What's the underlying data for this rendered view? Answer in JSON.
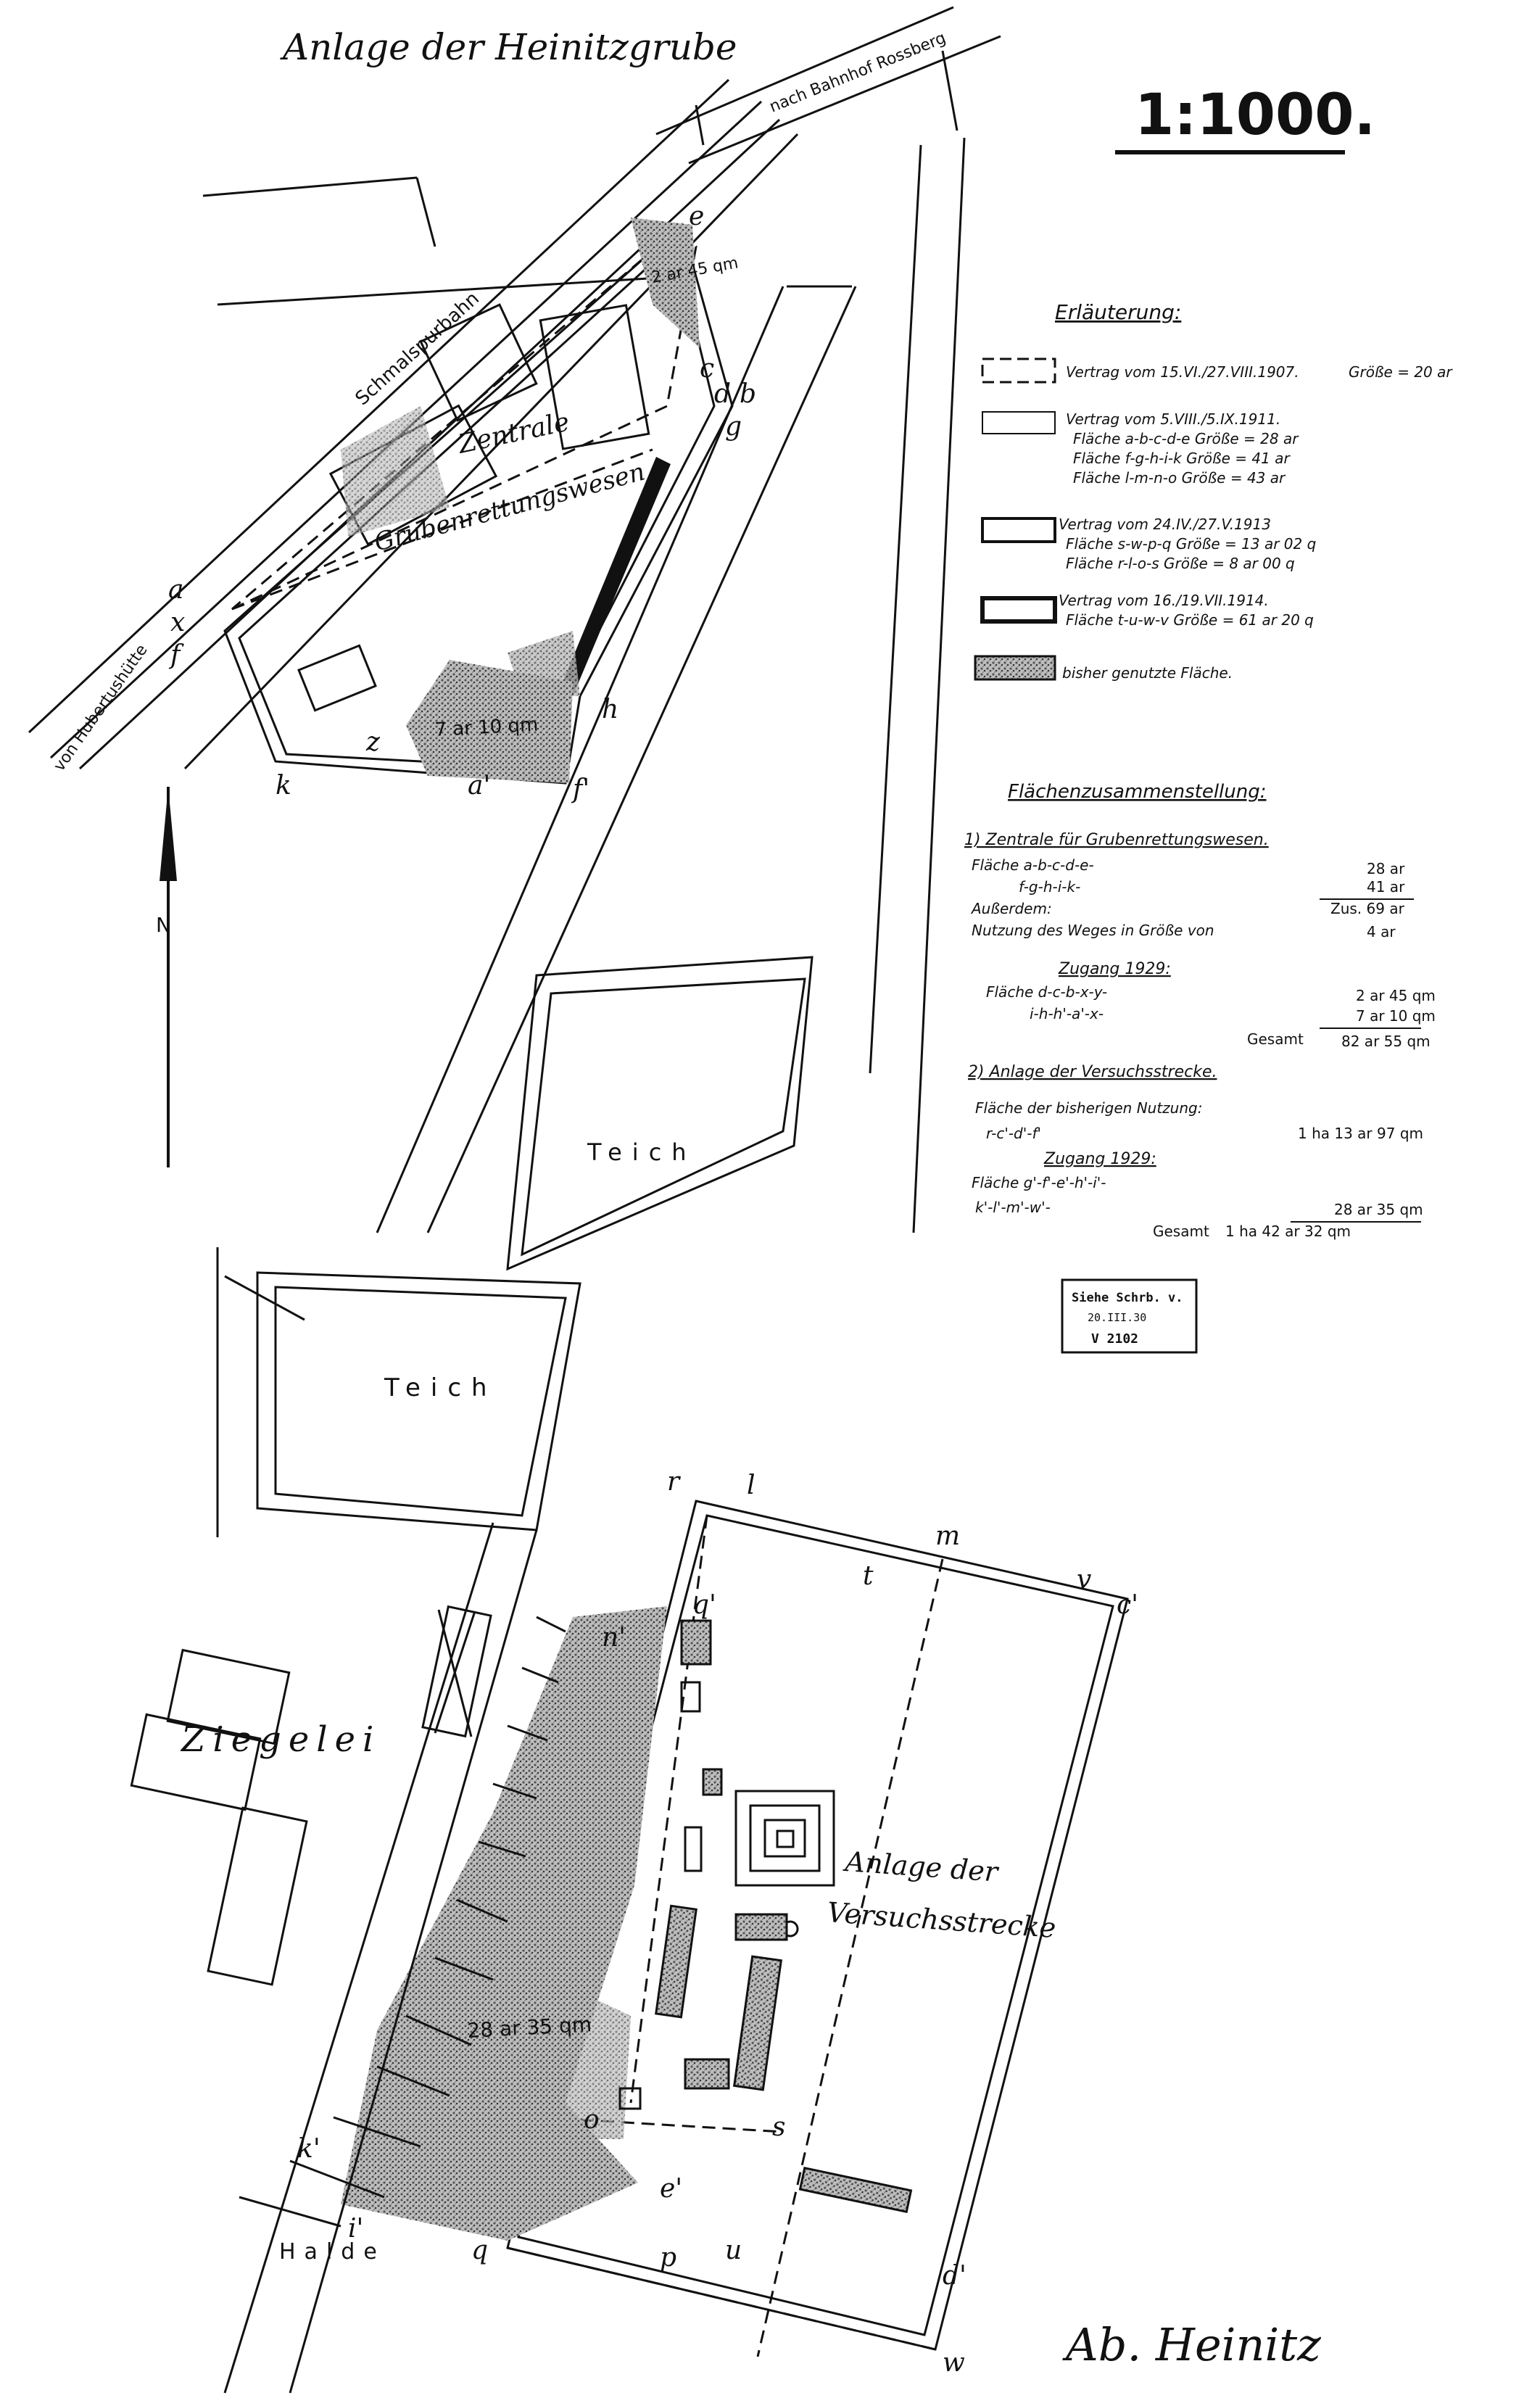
{
  "title": "Anlage der Heinitzgrube",
  "scale": "1:1000.",
  "streets": {
    "station": "nach Bahnhof Rossberg",
    "narrow_gauge": "Schmalspurbahn",
    "from_hut": "von Hubertushütte"
  },
  "map_labels": {
    "pond_upper": "Teich",
    "pond_lower": "Teich",
    "brickworks": "Ziegelei",
    "dump": "Halde",
    "zentrale": "Zentrale",
    "gruben": "Grubenrettungswesen",
    "anlage_line1": "Anlage der",
    "anlage_line2": "Versuchsstrecke",
    "area_upper": "2 ar\n45 qm",
    "area_mid": "7 ar 10 qm",
    "area_lower": "28 ar 35 qm",
    "north": "N"
  },
  "point_labels": [
    "a",
    "b",
    "c",
    "d",
    "e",
    "f",
    "g",
    "h",
    "k",
    "x",
    "z",
    "a'",
    "f'",
    "q'",
    "n'",
    "o",
    "k'",
    "i'",
    "q",
    "p",
    "u",
    "d'",
    "e'",
    "w",
    "v",
    "c'",
    "l",
    "m",
    "t",
    "r",
    "s"
  ],
  "legend": {
    "heading": "Erläuterung:",
    "entries": [
      {
        "lines": [
          "Vertrag vom 15.VI./27.VIII.1907.",
          "Größe = 20 ar"
        ]
      },
      {
        "lines": [
          "Vertrag vom 5.VIII./5.IX.1911.",
          "Fläche a-b-c-d-e Größe = 28 ar",
          "Fläche f-g-h-i-k Größe = 41 ar",
          "Fläche l-m-n-o Größe = 43 ar"
        ]
      },
      {
        "lines": [
          "Vertrag vom 24.IV./27.V.1913",
          "Fläche s-w-p-q Größe = 13 ar 02 q",
          "Fläche r-l-o-s Größe = 8 ar 00 q"
        ]
      },
      {
        "lines": [
          "Vertrag vom 16./19.VII.1914.",
          "Fläche t-u-w-v Größe = 61 ar 20 q"
        ]
      },
      {
        "lines": [
          "bisher genutzte Fläche."
        ]
      }
    ]
  },
  "summary": {
    "heading": "Flächenzusammenstellung:",
    "s1_title": "1) Zentrale für Grubenrettungswesen.",
    "s1_rows": [
      {
        "label": "Fläche a-b-c-d-e-",
        "value": "28 ar"
      },
      {
        "label": "f-g-h-i-k-",
        "value": "41 ar"
      },
      {
        "label": "Außerdem:",
        "value": "Zus. 69 ar"
      },
      {
        "label": "Nutzung des Weges in Größe von",
        "value": "4 ar"
      }
    ],
    "zugang_1": "Zugang 1929:",
    "z1_rows": [
      {
        "label": "Fläche d-c-b-x-y-",
        "value": "2 ar 45 qm"
      },
      {
        "label": "i-h-h'-a'-x-",
        "value": "7 ar 10 qm"
      },
      {
        "label": "Gesamt",
        "value": "82 ar 55 qm"
      }
    ],
    "s2_title": "2) Anlage der Versuchsstrecke.",
    "s2_row1_label": "Fläche der bisherigen Nutzung:",
    "s2_row2_label": "r-c'-d'-f'",
    "s2_row2_value": "1 ha 13 ar 97 qm",
    "zugang_2": "Zugang 1929:",
    "z2_rows": [
      {
        "label": "Fläche g'-f'-e'-h'-i'-",
        "value": ""
      },
      {
        "label": "k'-l'-m'-w'-",
        "value": "28 ar 35 qm"
      },
      {
        "label": "Gesamt",
        "value": "1 ha 42 ar 32 qm"
      }
    ]
  },
  "stamp": {
    "line1": "Siehe Schrb. v.",
    "line2": "20.III.30",
    "line3": "V 2102"
  },
  "signature": "Ab. Heinitz"
}
